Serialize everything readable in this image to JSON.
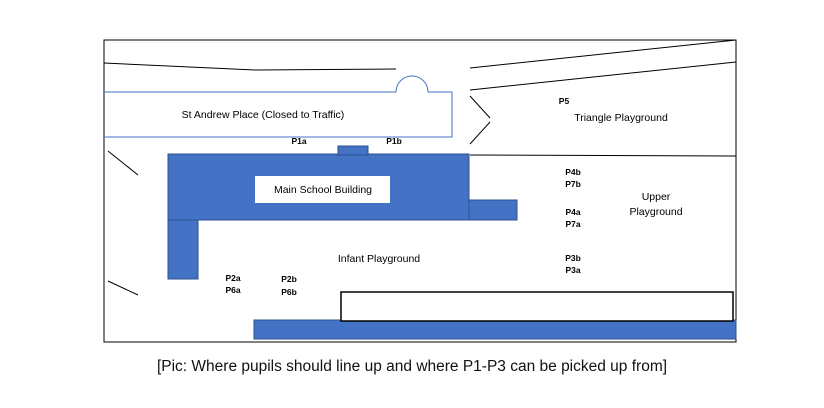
{
  "map": {
    "street_label": "St Andrew Place (Closed to Traffic)",
    "building_label": "Main School Building",
    "triangle_label": "Triangle Playground",
    "upper_label_1": "Upper",
    "upper_label_2": "Playground",
    "infant_label": "Infant Playground"
  },
  "points": {
    "p1a": "P1a",
    "p1b": "P1b",
    "p5": "P5",
    "p4b": "P4b",
    "p7b": "P7b",
    "p4a": "P4a",
    "p7a": "P7a",
    "p3b": "P3b",
    "p3a": "P3a",
    "p2a": "P2a",
    "p6a": "P6a",
    "p2b": "P2b",
    "p6b": "P6b"
  },
  "caption": "[Pic: Where pupils should line up and where P1-P3 can be picked up from]",
  "colors": {
    "building": "#4472c4",
    "building_outline": "#2f528f",
    "road_outline": "#4472c4",
    "line": "#000000"
  }
}
